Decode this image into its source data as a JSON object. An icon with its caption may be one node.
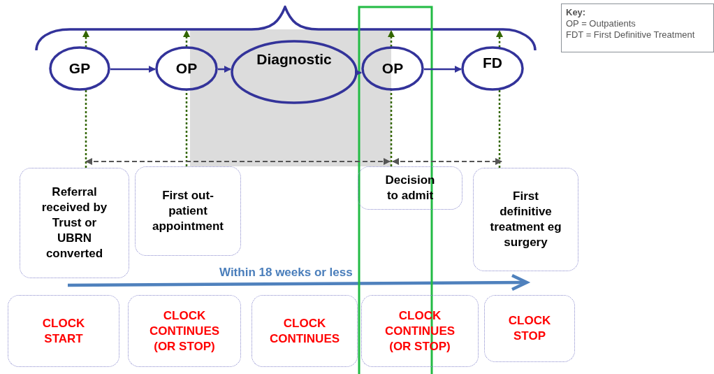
{
  "diagram": {
    "nodes": [
      {
        "text": [
          "GP"
        ]
      },
      {
        "text": [
          "OP"
        ]
      },
      {
        "text": [
          "Diagnostic"
        ]
      },
      {
        "text": [
          "OP"
        ]
      },
      {
        "text": [
          "FD"
        ]
      },
      {
        "text": [
          "Referral received by Trust or UBRN converted"
        ]
      },
      {
        "text": [
          "First out-patient appointment"
        ]
      },
      {
        "text": [
          "Decision to admit"
        ]
      },
      {
        "text": [
          "First definitive treatment eg surgery"
        ]
      },
      {
        "text": [
          "CLOCK START"
        ]
      },
      {
        "text": [
          "CLOCK CONTINUES (OR STOP)"
        ]
      },
      {
        "text": [
          "CLOCK CONTINUES"
        ]
      },
      {
        "text": [
          "CLOCK CONTINUES (OR STOP)"
        ]
      },
      {
        "text": [
          "CLOCK STOP"
        ]
      },
      {
        "text": [
          "Key:",
          "OP = Outpatients",
          "FDT = First Definitive Treatment"
        ]
      },
      {
        "text": [],
        "shape": "brace"
      }
    ],
    "edges": [
      {
        "from": 0,
        "to": 1,
        "arrow": "to",
        "color": "#33339a"
      },
      {
        "from": 1,
        "to": 2,
        "arrow": "to",
        "color": "#33339a"
      },
      {
        "from": 2,
        "to": 3,
        "arrow": "to",
        "color": "#33339a"
      },
      {
        "from": 3,
        "to": 4,
        "arrow": "to",
        "color": "#33339a"
      },
      {
        "from": 5,
        "to": 0,
        "arrow": "none",
        "style": "dashed"
      },
      {
        "from": 0,
        "to": 15,
        "arrow": "to",
        "style": "dashed"
      },
      {
        "from": 6,
        "to": 1,
        "arrow": "none",
        "style": "dashed"
      },
      {
        "from": 1,
        "to": 15,
        "arrow": "to",
        "style": "dashed"
      },
      {
        "from": 7,
        "to": 3,
        "arrow": "none",
        "style": "dashed"
      },
      {
        "from": 3,
        "to": 15,
        "arrow": "to",
        "style": "dashed"
      },
      {
        "from": 8,
        "to": 4,
        "arrow": "none",
        "style": "dashed"
      },
      {
        "from": 4,
        "to": 15,
        "arrow": "to",
        "style": "dashed"
      },
      {
        "from": 5,
        "to": 7,
        "arrow": "both",
        "style": "dashed",
        "color": "#555555"
      },
      {
        "from": 7,
        "to": 8,
        "arrow": "both",
        "style": "dashed",
        "color": "#555555"
      }
    ],
    "labels": [
      "Within 18 weeks or less"
    ]
  }
}
